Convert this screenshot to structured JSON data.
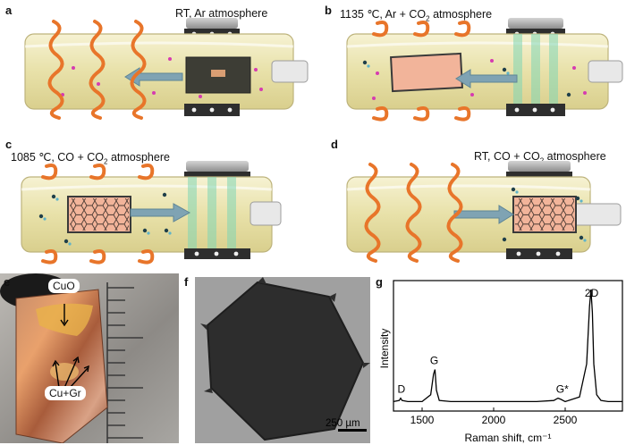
{
  "panels": {
    "a": {
      "letter": "a",
      "caption": "RT, Ar atmosphere"
    },
    "b": {
      "letter": "b",
      "caption_pre": "1135 ℃, Ar + CO",
      "caption_sub": "2",
      "caption_post": " atmosphere"
    },
    "c": {
      "letter": "c",
      "caption_pre": "1085 ℃, CO + CO",
      "caption_sub": "2",
      "caption_post": " atmosphere"
    },
    "d": {
      "letter": "d",
      "caption_pre": "RT, CO + CO",
      "caption_sub": "2",
      "caption_post": " atmosphere"
    },
    "e": {
      "letter": "e",
      "label_cuo": "CuO",
      "label_cugr": "Cu+Gr"
    },
    "f": {
      "letter": "f",
      "scalebar": "250 µm"
    },
    "g": {
      "letter": "g"
    }
  },
  "colors": {
    "tube_fill": "#ece6b4",
    "tube_edge": "#bdb37c",
    "coil": "#e8752a",
    "clamp": "#3a3a3a",
    "arrow": "#7fa3b3",
    "gas_ar": "#d63bb0",
    "gas_co": "#1f7f9a",
    "foil": "#f2b49a",
    "cooling_band": "#7fd6b4"
  },
  "chart_data": {
    "type": "line",
    "title": "",
    "xlabel": "Raman shift, cm⁻¹",
    "ylabel": "Intensity",
    "xlim": [
      1300,
      2900
    ],
    "xticks": [
      1500,
      2000,
      2500
    ],
    "grid": false,
    "series": [
      {
        "x": [
          1300,
          1340,
          1350,
          1360,
          1400,
          1500,
          1560,
          1580,
          1590,
          1600,
          1620,
          1700,
          2000,
          2300,
          2420,
          2450,
          2470,
          2500,
          2600,
          2650,
          2670,
          2680,
          2690,
          2700,
          2720,
          2750,
          2800,
          2900
        ],
        "y": [
          0.02,
          0.03,
          0.05,
          0.03,
          0.02,
          0.02,
          0.08,
          0.26,
          0.3,
          0.12,
          0.03,
          0.02,
          0.02,
          0.02,
          0.03,
          0.05,
          0.04,
          0.02,
          0.06,
          0.35,
          0.85,
          1.0,
          0.8,
          0.35,
          0.08,
          0.03,
          0.02,
          0.02
        ]
      }
    ],
    "annotations": [
      {
        "text": "D",
        "x": 1355
      },
      {
        "text": "G",
        "x": 1585
      },
      {
        "text": "G*",
        "x": 2455
      },
      {
        "text": "2D",
        "x": 2685
      }
    ]
  }
}
